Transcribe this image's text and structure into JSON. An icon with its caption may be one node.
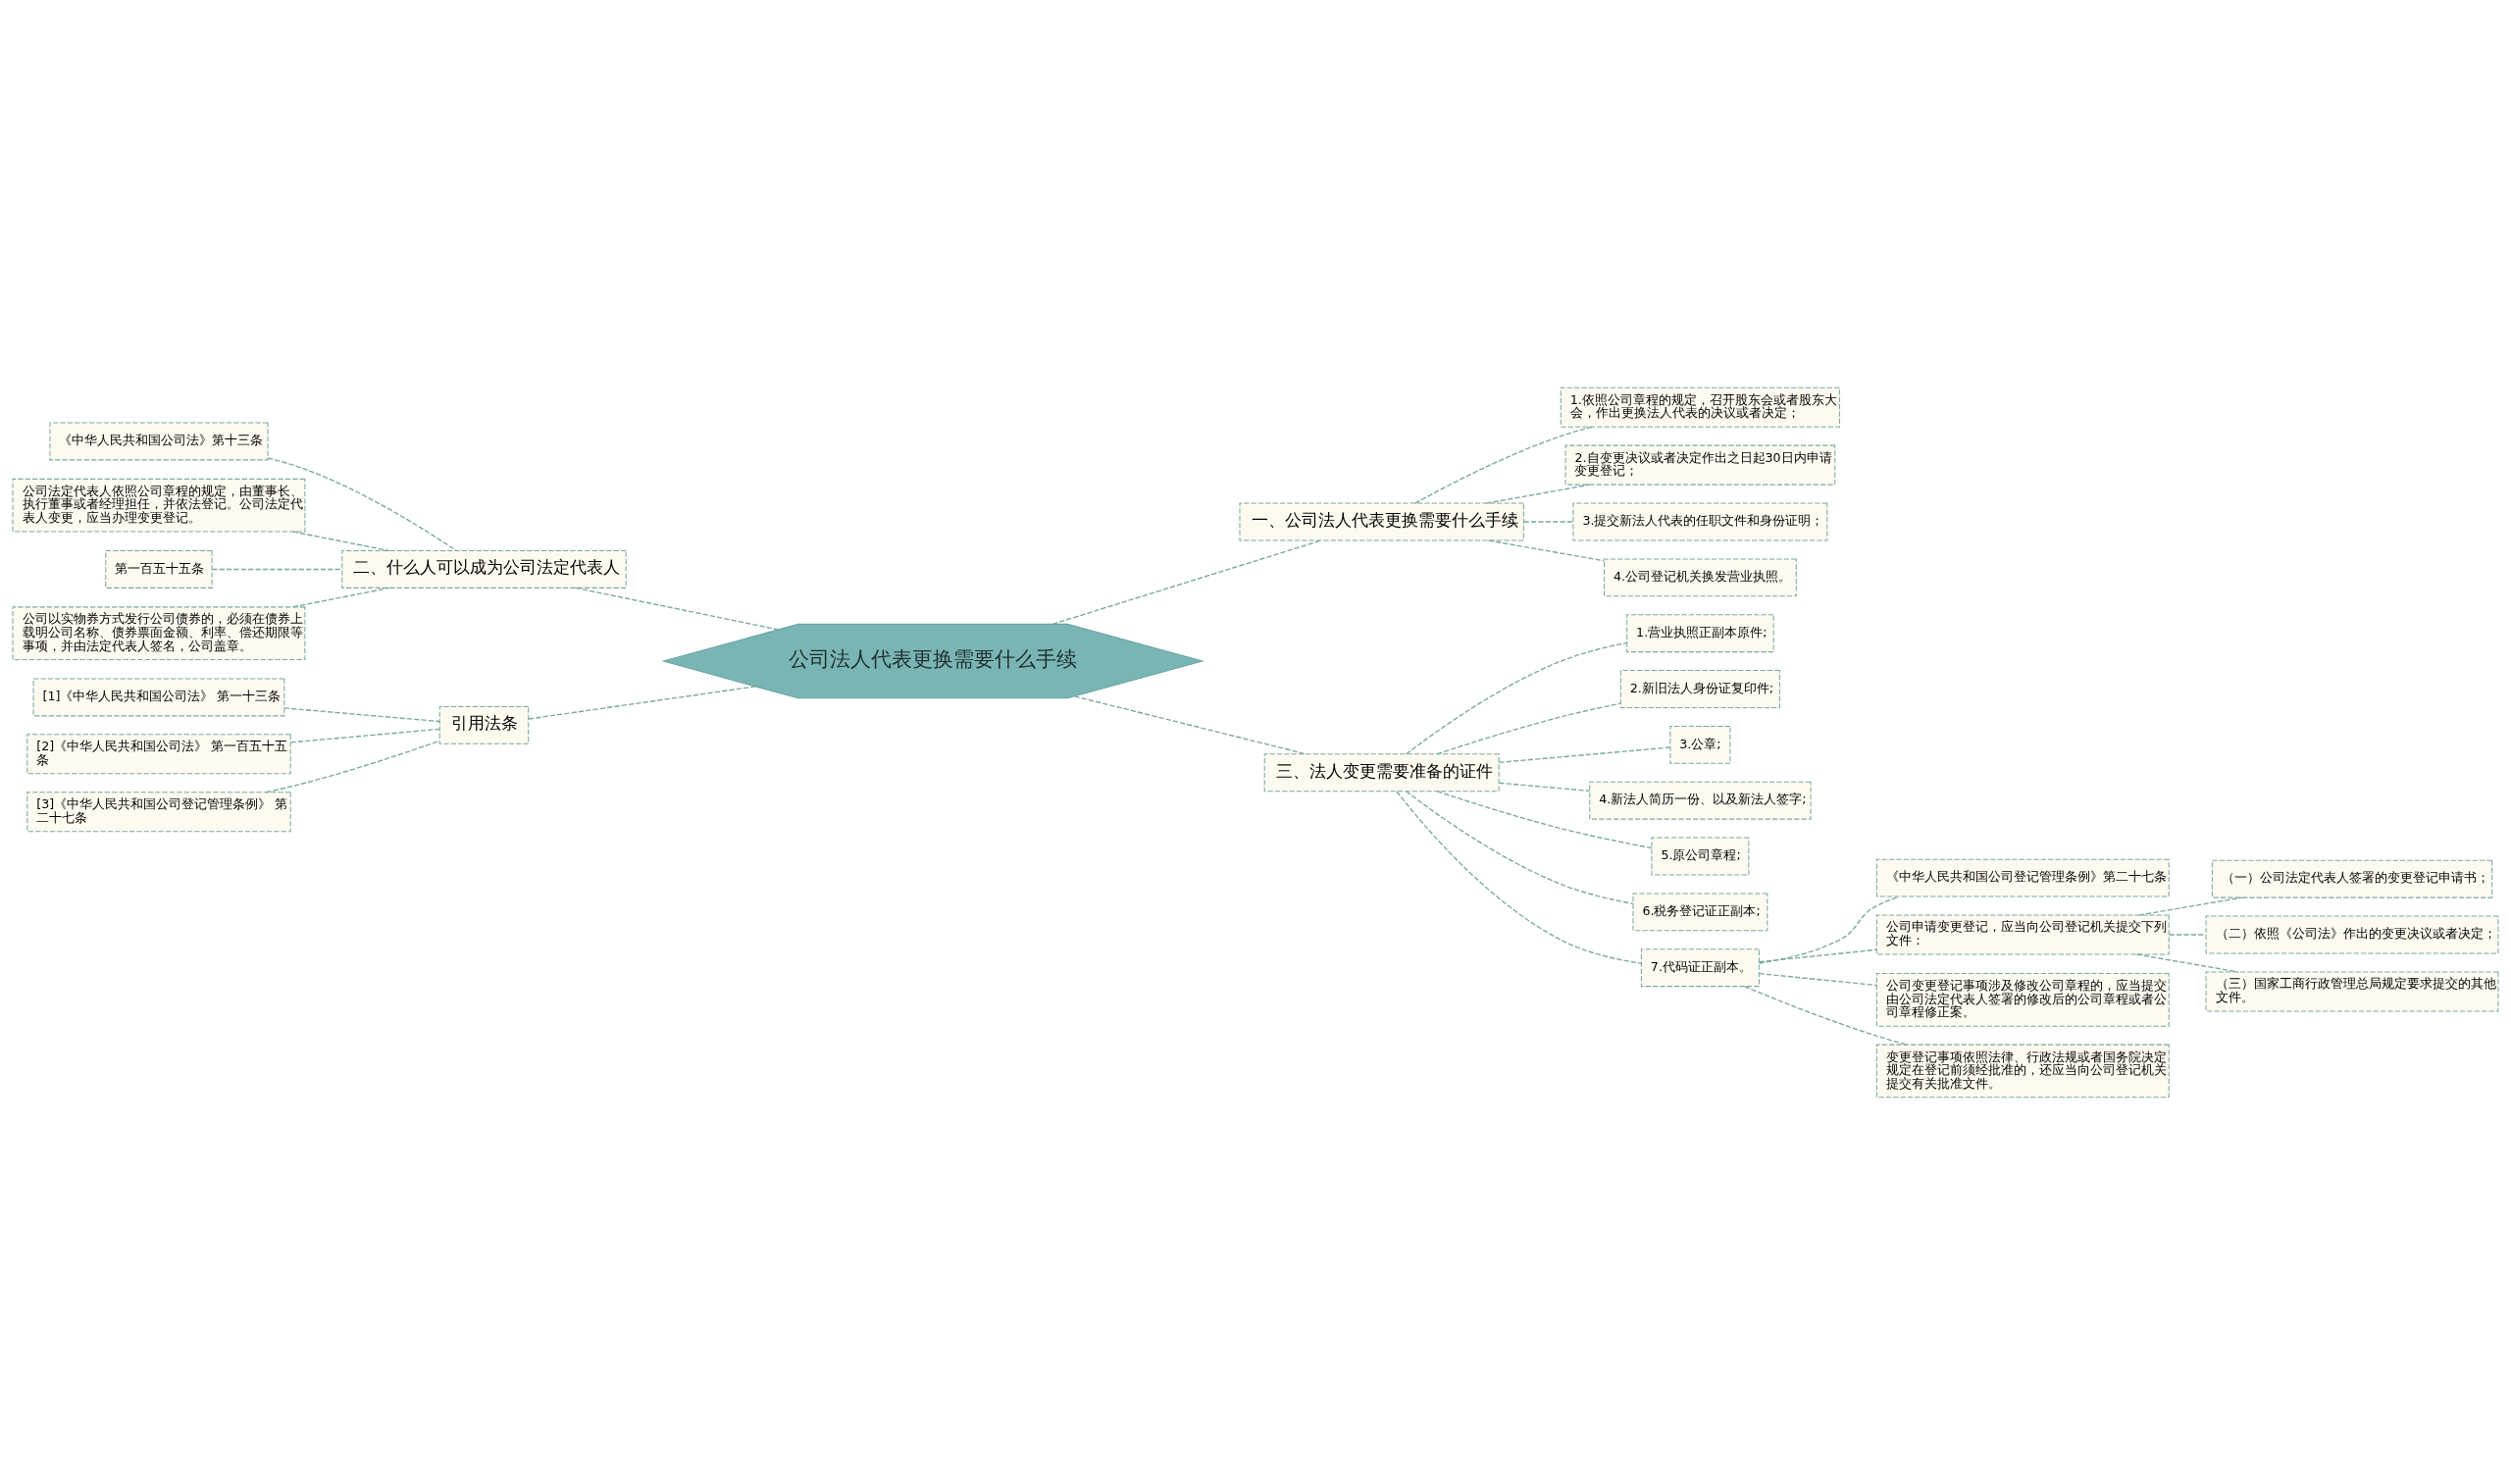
{
  "diagram": {
    "nodes": [
      {
        "text": [
          "公司法人代表更换需要什么手续"
        ]
      },
      {
        "text": [
          "一、公司法人代表更换需要什么手续"
        ]
      },
      {
        "text": [
          "1.依照公司章程的规定，召开股东会或者股东大会，作出更换法人代表的决议或者决定；"
        ]
      },
      {
        "text": [
          "2.自变更决议或者决定作出之日起30日内申请变更登记；"
        ]
      },
      {
        "text": [
          "3.提交新法人代表的任职文件和身份证明；"
        ]
      },
      {
        "text": [
          "4.公司登记机关换发营业执照。"
        ]
      },
      {
        "text": [
          "三、法人变更需要准备的证件"
        ]
      },
      {
        "text": [
          "1.营业执照正副本原件;"
        ]
      },
      {
        "text": [
          "2.新旧法人身份证复印件;"
        ]
      },
      {
        "text": [
          "3.公章;"
        ]
      },
      {
        "text": [
          "4.新法人简历一份、以及新法人签字;"
        ]
      },
      {
        "text": [
          "5.原公司章程;"
        ]
      },
      {
        "text": [
          "6.税务登记证正副本;"
        ]
      },
      {
        "text": [
          "7.代码证正副本。"
        ]
      },
      {
        "text": [
          "《中华人民共和国公司登记管理条例》第二十七条"
        ]
      },
      {
        "text": [
          "公司申请变更登记，应当向公司登记机关提交下列文件："
        ]
      },
      {
        "text": [
          "（一）公司法定代表人签署的变更登记申请书；"
        ]
      },
      {
        "text": [
          "（二）依照《公司法》作出的变更决议或者决定；"
        ]
      },
      {
        "text": [
          "（三）国家工商行政管理总局规定要求提交的其他文件。"
        ]
      },
      {
        "text": [
          "公司变更登记事项涉及修改公司章程的，应当提交由公司法定代表人签署的修改后的公司章程或者公司章程修正案。"
        ]
      },
      {
        "text": [
          "变更登记事项依照法律、行政法规或者国务院决定规定在登记前须经批准的，还应当向公司登记机关提交有关批准文件。"
        ]
      },
      {
        "text": [
          "二、什么人可以成为公司法定代表人"
        ]
      },
      {
        "text": [
          "《中华人民共和国公司法》第十三条"
        ]
      },
      {
        "text": [
          "公司法定代表人依照公司章程的规定，由董事长、执行董事或者经理担任，并依法登记。公司法定代表人变更，应当办理变更登记。"
        ]
      },
      {
        "text": [
          "第一百五十五条"
        ]
      },
      {
        "text": [
          "公司以实物券方式发行公司债券的，必须在债券上载明公司名称、债券票面金额、利率、偿还期限等事项，并由法定代表人签名，公司盖章。"
        ]
      },
      {
        "text": [
          "引用法条"
        ]
      },
      {
        "text": [
          "[1]《中华人民共和国公司法》 第一十三条"
        ]
      },
      {
        "text": [
          "[2]《中华人民共和国公司法》 第一百五十五条"
        ]
      },
      {
        "text": [
          "[3]《中华人民共和国公司登记管理条例》 第二十七条"
        ]
      }
    ],
    "edges": [
      {
        "from": 0,
        "to": 1,
        "arrow": "none"
      },
      {
        "from": 1,
        "to": 2,
        "arrow": "none"
      },
      {
        "from": 1,
        "to": 3,
        "arrow": "none"
      },
      {
        "from": 1,
        "to": 4,
        "arrow": "none"
      },
      {
        "from": 1,
        "to": 5,
        "arrow": "none"
      },
      {
        "from": 0,
        "to": 6,
        "arrow": "none"
      },
      {
        "from": 6,
        "to": 7,
        "arrow": "none"
      },
      {
        "from": 6,
        "to": 8,
        "arrow": "none"
      },
      {
        "from": 6,
        "to": 9,
        "arrow": "none"
      },
      {
        "from": 6,
        "to": 10,
        "arrow": "none"
      },
      {
        "from": 6,
        "to": 11,
        "arrow": "none"
      },
      {
        "from": 6,
        "to": 12,
        "arrow": "none"
      },
      {
        "from": 6,
        "to": 13,
        "arrow": "none"
      },
      {
        "from": 13,
        "to": 14,
        "arrow": "none"
      },
      {
        "from": 13,
        "to": 15,
        "arrow": "none"
      },
      {
        "from": 15,
        "to": 16,
        "arrow": "none"
      },
      {
        "from": 15,
        "to": 17,
        "arrow": "none"
      },
      {
        "from": 15,
        "to": 18,
        "arrow": "none"
      },
      {
        "from": 13,
        "to": 19,
        "arrow": "none"
      },
      {
        "from": 13,
        "to": 20,
        "arrow": "none"
      },
      {
        "from": 0,
        "to": 21,
        "arrow": "none"
      },
      {
        "from": 21,
        "to": 22,
        "arrow": "none"
      },
      {
        "from": 21,
        "to": 23,
        "arrow": "none"
      },
      {
        "from": 21,
        "to": 24,
        "arrow": "none"
      },
      {
        "from": 21,
        "to": 25,
        "arrow": "none"
      },
      {
        "from": 0,
        "to": 26,
        "arrow": "none"
      },
      {
        "from": 26,
        "to": 27,
        "arrow": "none"
      },
      {
        "from": 26,
        "to": 28,
        "arrow": "none"
      },
      {
        "from": 26,
        "to": 29,
        "arrow": "none"
      }
    ]
  }
}
